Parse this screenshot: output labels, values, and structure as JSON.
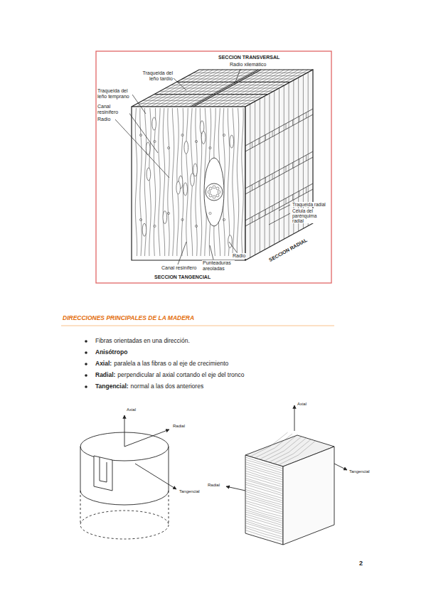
{
  "diagram": {
    "title": "DIRECCIONES PRINCIPALES DE LA MADERA",
    "labels": [
      "SECCION TRANSVERSAL",
      "Radio xilemático",
      "Traqueida del leño tardío",
      "Traqueida del leño temprano",
      "Canal resinífero",
      "Radio",
      "Traqueida radial",
      "Célula del parénquima radial",
      "SECCION RADIAL",
      "Radio",
      "Punteaduras areoladas",
      "Canal resinífero",
      "SECCION TANGENCIAL",
      "Fibras orientadas en una dirección.",
      "Anisótropo",
      "Axial:",
      "paralela a las fibras o al eje de crecimiento",
      "Radial:",
      "perpendicular al axial cortando el eje del tronco",
      "Tangencial:",
      "normal a las dos anteriores",
      "Axial",
      "Radial",
      "Tangencial",
      "Axial",
      "Radial",
      "Tangencial",
      "2"
    ]
  }
}
